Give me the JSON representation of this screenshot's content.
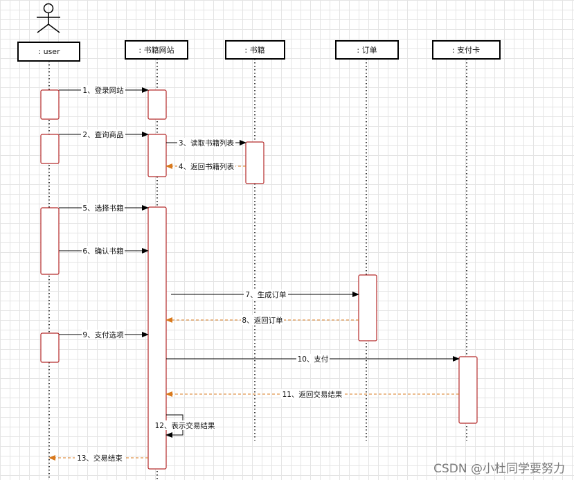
{
  "participants": {
    "user": ": user",
    "website": ": 书籍网站",
    "book": ": 书籍",
    "order": ": 订单",
    "card": ": 支付卡"
  },
  "messages": {
    "m1": "1、登录网站",
    "m2": "2、查询商品",
    "m3": "3、读取书籍列表",
    "m4": "4、返回书籍列表",
    "m5": "5、选择书籍",
    "m6": "6、确认书籍",
    "m7": "7、生成订单",
    "m8": "8、返回订单",
    "m9": "9、支付选项",
    "m10": "10、支付",
    "m11": "11、返回交易结果",
    "m12": "12、表示交易结果",
    "m13": "13、交易结束"
  },
  "colors": {
    "activation_border": "#b52a2a",
    "return_arrow": "#d9791c",
    "call_arrow": "#000000"
  },
  "watermark": "CSDN @小杜同学要努力"
}
